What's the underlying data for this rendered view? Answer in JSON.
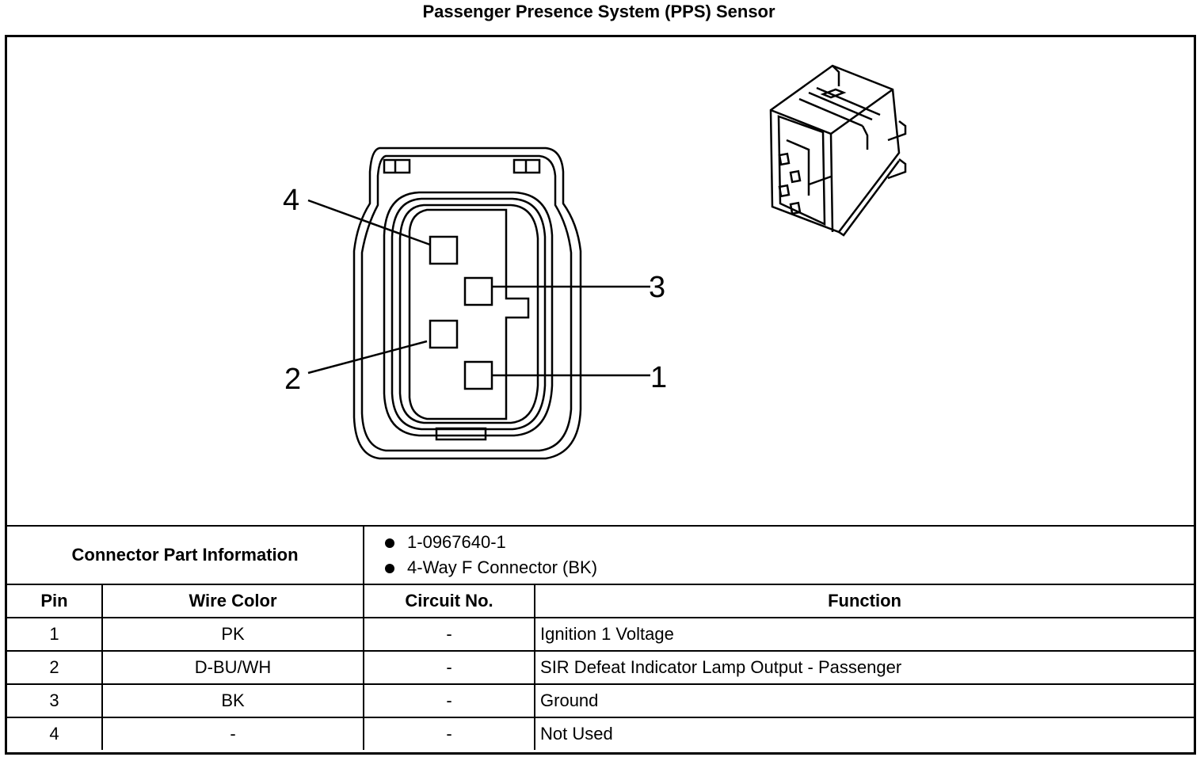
{
  "title": "Passenger Presence System (PPS) Sensor",
  "connector_face": {
    "callouts": [
      {
        "pin": "4"
      },
      {
        "pin": "3"
      },
      {
        "pin": "2"
      },
      {
        "pin": "1"
      }
    ]
  },
  "connector_part_information": {
    "label": "Connector Part Information",
    "items": [
      "1-0967640-1",
      "4-Way F Connector (BK)"
    ]
  },
  "pin_table": {
    "headers": {
      "pin": "Pin",
      "wire_color": "Wire Color",
      "circuit": "Circuit No.",
      "function": "Function"
    },
    "rows": [
      {
        "pin": "1",
        "wire_color": "PK",
        "circuit": "-",
        "function": "Ignition 1 Voltage"
      },
      {
        "pin": "2",
        "wire_color": "D-BU/WH",
        "circuit": "-",
        "function": "SIR Defeat Indicator Lamp Output - Passenger"
      },
      {
        "pin": "3",
        "wire_color": "BK",
        "circuit": "-",
        "function": "Ground"
      },
      {
        "pin": "4",
        "wire_color": "-",
        "circuit": "-",
        "function": "Not Used"
      }
    ]
  }
}
